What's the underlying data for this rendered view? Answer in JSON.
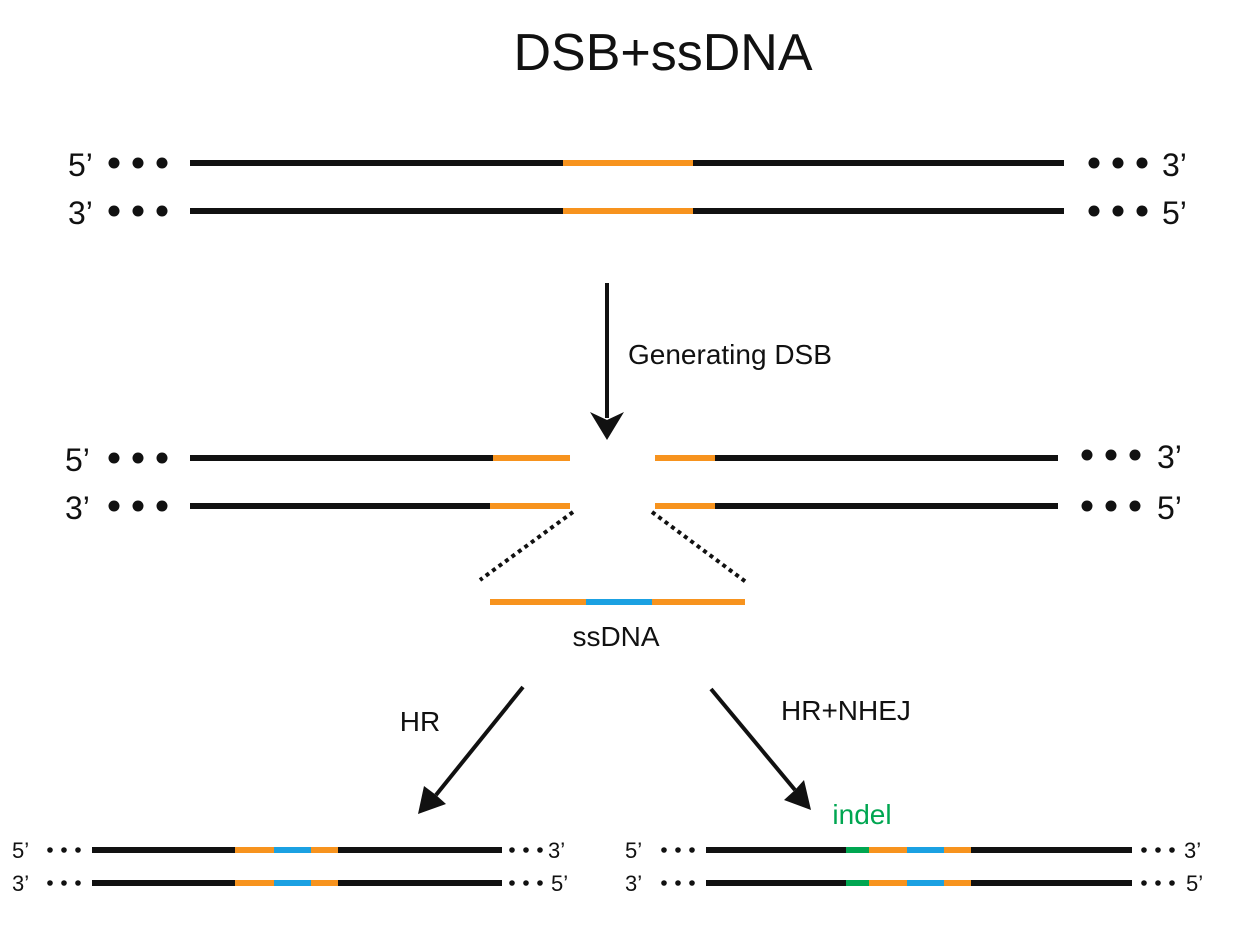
{
  "title": "DSB+ssDNA",
  "ends": {
    "five_prime": "5’",
    "three_prime": "3’"
  },
  "steps": {
    "generating": "Generating DSB",
    "ssdna": "ssDNA",
    "hr": "HR",
    "hr_nhej": "HR+NHEJ",
    "indel": "indel"
  },
  "colors": {
    "strand": "#111111",
    "target": "#f7931e",
    "insert": "#1ba1e2",
    "indel": "#00a651"
  }
}
